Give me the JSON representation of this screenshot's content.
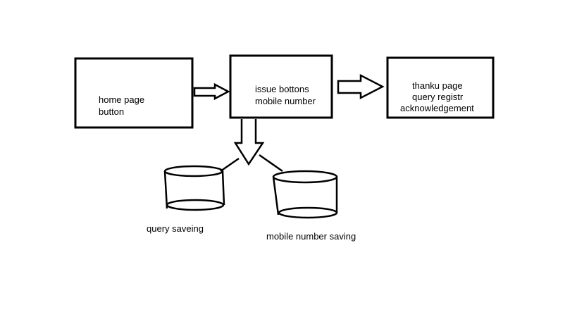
{
  "diagram": {
    "boxes": [
      {
        "id": "home",
        "lines": [
          "home page",
          "button"
        ]
      },
      {
        "id": "issue",
        "lines": [
          "issue bottons",
          "mobile number"
        ]
      },
      {
        "id": "thanku",
        "lines": [
          "thanku page",
          "query registr",
          "acknowledgement"
        ]
      }
    ],
    "databases": [
      {
        "id": "query",
        "label": "query saveing"
      },
      {
        "id": "mobile",
        "label": "mobile number saving"
      }
    ]
  }
}
